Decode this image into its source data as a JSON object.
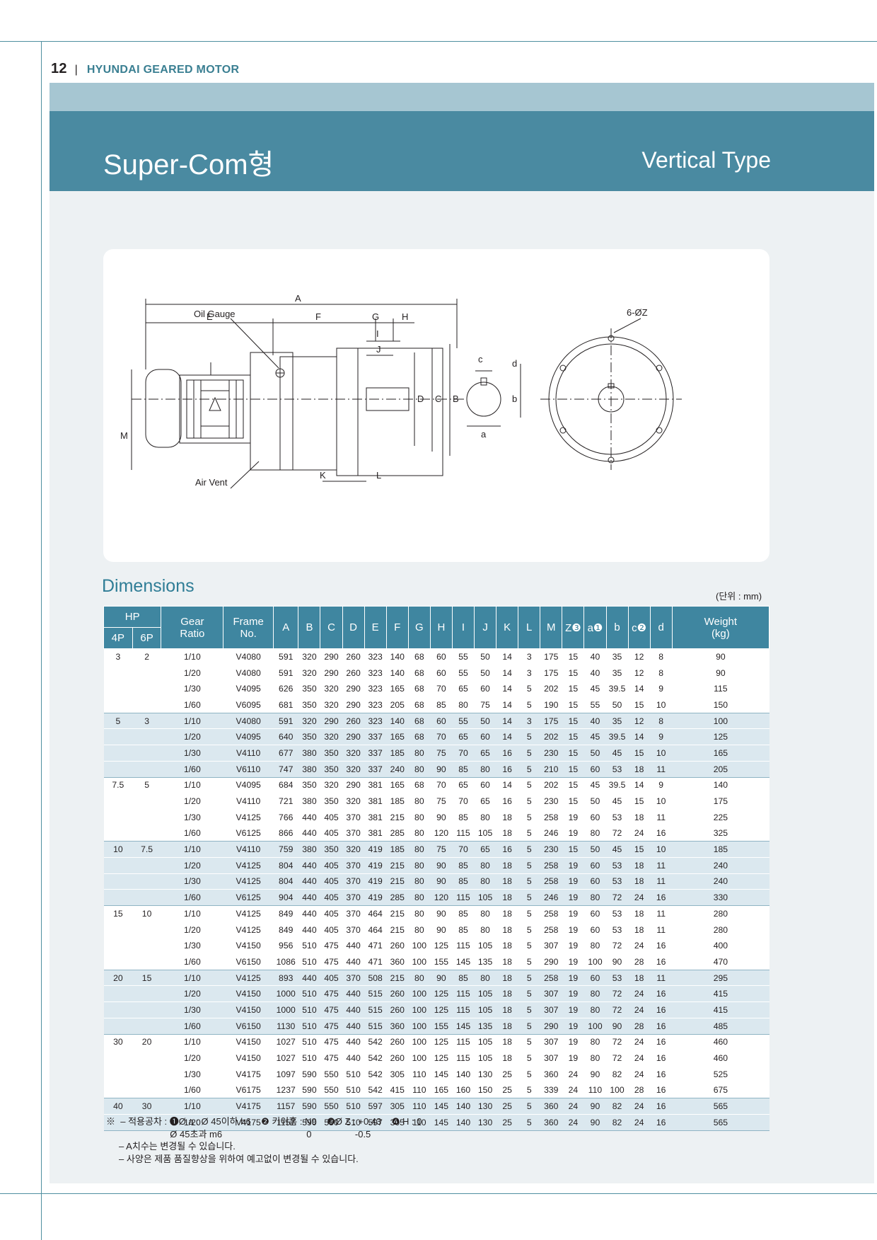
{
  "header": {
    "page": "12",
    "title": "HYUNDAI GEARED MOTOR"
  },
  "banner": {
    "left": "Super-Com형",
    "right": "Vertical Type"
  },
  "drawing": {
    "labels": {
      "A": "A",
      "E": "E",
      "F": "F",
      "G": "G",
      "H": "H",
      "oil": "Oil  Gauge",
      "air": "Air  Vent",
      "I": "I",
      "J": "J",
      "D": "D",
      "C": "C",
      "B": "B",
      "M": "M",
      "K": "K",
      "L": "L",
      "c": "c",
      "d": "d",
      "b": "b",
      "a": "a",
      "z": "6-ØZ"
    }
  },
  "dimensions_title": "Dimensions",
  "unit": "(단위 : mm)",
  "columns": {
    "hp": "HP",
    "p4": "4P",
    "p6": "6P",
    "gear": [
      "Gear",
      "Ratio"
    ],
    "frame": [
      "Frame",
      "No."
    ],
    "dims": [
      "A",
      "B",
      "C",
      "D",
      "E",
      "F",
      "G",
      "H",
      "I",
      "J",
      "K",
      "L",
      "M",
      "Z❸",
      "a❶",
      "b",
      "c❷",
      "d"
    ],
    "weight": [
      "Weight",
      "(kg)"
    ]
  },
  "rows": [
    {
      "hp4": "3",
      "hp6": "2",
      "ratio": "1/10",
      "frame": "V4080",
      "v": [
        "591",
        "320",
        "290",
        "260",
        "323",
        "140",
        "68",
        "60",
        "55",
        "50",
        "14",
        "3",
        "175",
        "15",
        "40",
        "35",
        "12",
        "8"
      ],
      "w": "90"
    },
    {
      "hp4": "",
      "hp6": "",
      "ratio": "1/20",
      "frame": "V4080",
      "v": [
        "591",
        "320",
        "290",
        "260",
        "323",
        "140",
        "68",
        "60",
        "55",
        "50",
        "14",
        "3",
        "175",
        "15",
        "40",
        "35",
        "12",
        "8"
      ],
      "w": "90"
    },
    {
      "hp4": "",
      "hp6": "",
      "ratio": "1/30",
      "frame": "V4095",
      "v": [
        "626",
        "350",
        "320",
        "290",
        "323",
        "165",
        "68",
        "70",
        "65",
        "60",
        "14",
        "5",
        "202",
        "15",
        "45",
        "39.5",
        "14",
        "9"
      ],
      "w": "115"
    },
    {
      "hp4": "",
      "hp6": "",
      "ratio": "1/60",
      "frame": "V6095",
      "v": [
        "681",
        "350",
        "320",
        "290",
        "323",
        "205",
        "68",
        "85",
        "80",
        "75",
        "14",
        "5",
        "190",
        "15",
        "55",
        "50",
        "15",
        "10"
      ],
      "w": "150"
    },
    {
      "hp4": "5",
      "hp6": "3",
      "ratio": "1/10",
      "frame": "V4080",
      "v": [
        "591",
        "320",
        "290",
        "260",
        "323",
        "140",
        "68",
        "60",
        "55",
        "50",
        "14",
        "3",
        "175",
        "15",
        "40",
        "35",
        "12",
        "8"
      ],
      "w": "100"
    },
    {
      "hp4": "",
      "hp6": "",
      "ratio": "1/20",
      "frame": "V4095",
      "v": [
        "640",
        "350",
        "320",
        "290",
        "337",
        "165",
        "68",
        "70",
        "65",
        "60",
        "14",
        "5",
        "202",
        "15",
        "45",
        "39.5",
        "14",
        "9"
      ],
      "w": "125"
    },
    {
      "hp4": "",
      "hp6": "",
      "ratio": "1/30",
      "frame": "V4110",
      "v": [
        "677",
        "380",
        "350",
        "320",
        "337",
        "185",
        "80",
        "75",
        "70",
        "65",
        "16",
        "5",
        "230",
        "15",
        "50",
        "45",
        "15",
        "10"
      ],
      "w": "165"
    },
    {
      "hp4": "",
      "hp6": "",
      "ratio": "1/60",
      "frame": "V6110",
      "v": [
        "747",
        "380",
        "350",
        "320",
        "337",
        "240",
        "80",
        "90",
        "85",
        "80",
        "16",
        "5",
        "210",
        "15",
        "60",
        "53",
        "18",
        "11"
      ],
      "w": "205"
    },
    {
      "hp4": "7.5",
      "hp6": "5",
      "ratio": "1/10",
      "frame": "V4095",
      "v": [
        "684",
        "350",
        "320",
        "290",
        "381",
        "165",
        "68",
        "70",
        "65",
        "60",
        "14",
        "5",
        "202",
        "15",
        "45",
        "39.5",
        "14",
        "9"
      ],
      "w": "140"
    },
    {
      "hp4": "",
      "hp6": "",
      "ratio": "1/20",
      "frame": "V4110",
      "v": [
        "721",
        "380",
        "350",
        "320",
        "381",
        "185",
        "80",
        "75",
        "70",
        "65",
        "16",
        "5",
        "230",
        "15",
        "50",
        "45",
        "15",
        "10"
      ],
      "w": "175"
    },
    {
      "hp4": "",
      "hp6": "",
      "ratio": "1/30",
      "frame": "V4125",
      "v": [
        "766",
        "440",
        "405",
        "370",
        "381",
        "215",
        "80",
        "90",
        "85",
        "80",
        "18",
        "5",
        "258",
        "19",
        "60",
        "53",
        "18",
        "11"
      ],
      "w": "225"
    },
    {
      "hp4": "",
      "hp6": "",
      "ratio": "1/60",
      "frame": "V6125",
      "v": [
        "866",
        "440",
        "405",
        "370",
        "381",
        "285",
        "80",
        "120",
        "115",
        "105",
        "18",
        "5",
        "246",
        "19",
        "80",
        "72",
        "24",
        "16"
      ],
      "w": "325"
    },
    {
      "hp4": "10",
      "hp6": "7.5",
      "ratio": "1/10",
      "frame": "V4110",
      "v": [
        "759",
        "380",
        "350",
        "320",
        "419",
        "185",
        "80",
        "75",
        "70",
        "65",
        "16",
        "5",
        "230",
        "15",
        "50",
        "45",
        "15",
        "10"
      ],
      "w": "185"
    },
    {
      "hp4": "",
      "hp6": "",
      "ratio": "1/20",
      "frame": "V4125",
      "v": [
        "804",
        "440",
        "405",
        "370",
        "419",
        "215",
        "80",
        "90",
        "85",
        "80",
        "18",
        "5",
        "258",
        "19",
        "60",
        "53",
        "18",
        "11"
      ],
      "w": "240"
    },
    {
      "hp4": "",
      "hp6": "",
      "ratio": "1/30",
      "frame": "V4125",
      "v": [
        "804",
        "440",
        "405",
        "370",
        "419",
        "215",
        "80",
        "90",
        "85",
        "80",
        "18",
        "5",
        "258",
        "19",
        "60",
        "53",
        "18",
        "11"
      ],
      "w": "240"
    },
    {
      "hp4": "",
      "hp6": "",
      "ratio": "1/60",
      "frame": "V6125",
      "v": [
        "904",
        "440",
        "405",
        "370",
        "419",
        "285",
        "80",
        "120",
        "115",
        "105",
        "18",
        "5",
        "246",
        "19",
        "80",
        "72",
        "24",
        "16"
      ],
      "w": "330"
    },
    {
      "hp4": "15",
      "hp6": "10",
      "ratio": "1/10",
      "frame": "V4125",
      "v": [
        "849",
        "440",
        "405",
        "370",
        "464",
        "215",
        "80",
        "90",
        "85",
        "80",
        "18",
        "5",
        "258",
        "19",
        "60",
        "53",
        "18",
        "11"
      ],
      "w": "280"
    },
    {
      "hp4": "",
      "hp6": "",
      "ratio": "1/20",
      "frame": "V4125",
      "v": [
        "849",
        "440",
        "405",
        "370",
        "464",
        "215",
        "80",
        "90",
        "85",
        "80",
        "18",
        "5",
        "258",
        "19",
        "60",
        "53",
        "18",
        "11"
      ],
      "w": "280"
    },
    {
      "hp4": "",
      "hp6": "",
      "ratio": "1/30",
      "frame": "V4150",
      "v": [
        "956",
        "510",
        "475",
        "440",
        "471",
        "260",
        "100",
        "125",
        "115",
        "105",
        "18",
        "5",
        "307",
        "19",
        "80",
        "72",
        "24",
        "16"
      ],
      "w": "400"
    },
    {
      "hp4": "",
      "hp6": "",
      "ratio": "1/60",
      "frame": "V6150",
      "v": [
        "1086",
        "510",
        "475",
        "440",
        "471",
        "360",
        "100",
        "155",
        "145",
        "135",
        "18",
        "5",
        "290",
        "19",
        "100",
        "90",
        "28",
        "16"
      ],
      "w": "470"
    },
    {
      "hp4": "20",
      "hp6": "15",
      "ratio": "1/10",
      "frame": "V4125",
      "v": [
        "893",
        "440",
        "405",
        "370",
        "508",
        "215",
        "80",
        "90",
        "85",
        "80",
        "18",
        "5",
        "258",
        "19",
        "60",
        "53",
        "18",
        "11"
      ],
      "w": "295"
    },
    {
      "hp4": "",
      "hp6": "",
      "ratio": "1/20",
      "frame": "V4150",
      "v": [
        "1000",
        "510",
        "475",
        "440",
        "515",
        "260",
        "100",
        "125",
        "115",
        "105",
        "18",
        "5",
        "307",
        "19",
        "80",
        "72",
        "24",
        "16"
      ],
      "w": "415"
    },
    {
      "hp4": "",
      "hp6": "",
      "ratio": "1/30",
      "frame": "V4150",
      "v": [
        "1000",
        "510",
        "475",
        "440",
        "515",
        "260",
        "100",
        "125",
        "115",
        "105",
        "18",
        "5",
        "307",
        "19",
        "80",
        "72",
        "24",
        "16"
      ],
      "w": "415"
    },
    {
      "hp4": "",
      "hp6": "",
      "ratio": "1/60",
      "frame": "V6150",
      "v": [
        "1130",
        "510",
        "475",
        "440",
        "515",
        "360",
        "100",
        "155",
        "145",
        "135",
        "18",
        "5",
        "290",
        "19",
        "100",
        "90",
        "28",
        "16"
      ],
      "w": "485"
    },
    {
      "hp4": "30",
      "hp6": "20",
      "ratio": "1/10",
      "frame": "V4150",
      "v": [
        "1027",
        "510",
        "475",
        "440",
        "542",
        "260",
        "100",
        "125",
        "115",
        "105",
        "18",
        "5",
        "307",
        "19",
        "80",
        "72",
        "24",
        "16"
      ],
      "w": "460"
    },
    {
      "hp4": "",
      "hp6": "",
      "ratio": "1/20",
      "frame": "V4150",
      "v": [
        "1027",
        "510",
        "475",
        "440",
        "542",
        "260",
        "100",
        "125",
        "115",
        "105",
        "18",
        "5",
        "307",
        "19",
        "80",
        "72",
        "24",
        "16"
      ],
      "w": "460"
    },
    {
      "hp4": "",
      "hp6": "",
      "ratio": "1/30",
      "frame": "V4175",
      "v": [
        "1097",
        "590",
        "550",
        "510",
        "542",
        "305",
        "110",
        "145",
        "140",
        "130",
        "25",
        "5",
        "360",
        "24",
        "90",
        "82",
        "24",
        "16"
      ],
      "w": "525"
    },
    {
      "hp4": "",
      "hp6": "",
      "ratio": "1/60",
      "frame": "V6175",
      "v": [
        "1237",
        "590",
        "550",
        "510",
        "542",
        "415",
        "110",
        "165",
        "160",
        "150",
        "25",
        "5",
        "339",
        "24",
        "110",
        "100",
        "28",
        "16"
      ],
      "w": "675"
    },
    {
      "hp4": "40",
      "hp6": "30",
      "ratio": "1/10",
      "frame": "V4175",
      "v": [
        "1157",
        "590",
        "550",
        "510",
        "597",
        "305",
        "110",
        "145",
        "140",
        "130",
        "25",
        "5",
        "360",
        "24",
        "90",
        "82",
        "24",
        "16"
      ],
      "w": "565"
    },
    {
      "hp4": "",
      "hp6": "",
      "ratio": "1/20",
      "frame": "V4175",
      "v": [
        "1157",
        "590",
        "550",
        "510",
        "597",
        "305",
        "110",
        "145",
        "140",
        "130",
        "25",
        "5",
        "360",
        "24",
        "90",
        "82",
        "24",
        "16"
      ],
      "w": "565"
    }
  ],
  "notes": [
    "※  – 적용공차 : ❶Ø a : Ø 45이하 h6    ❷ 키이홈 : N9    ❸Ø Z : +0.43    ❹ H : 0",
    "                         Ø 45초과 m6                                 0                 -0.5",
    "     – A치수는 변경될 수 있습니다.",
    "     – 사양은 제품 품질향상을 위하여 예고없이 변경될 수 있습니다."
  ]
}
